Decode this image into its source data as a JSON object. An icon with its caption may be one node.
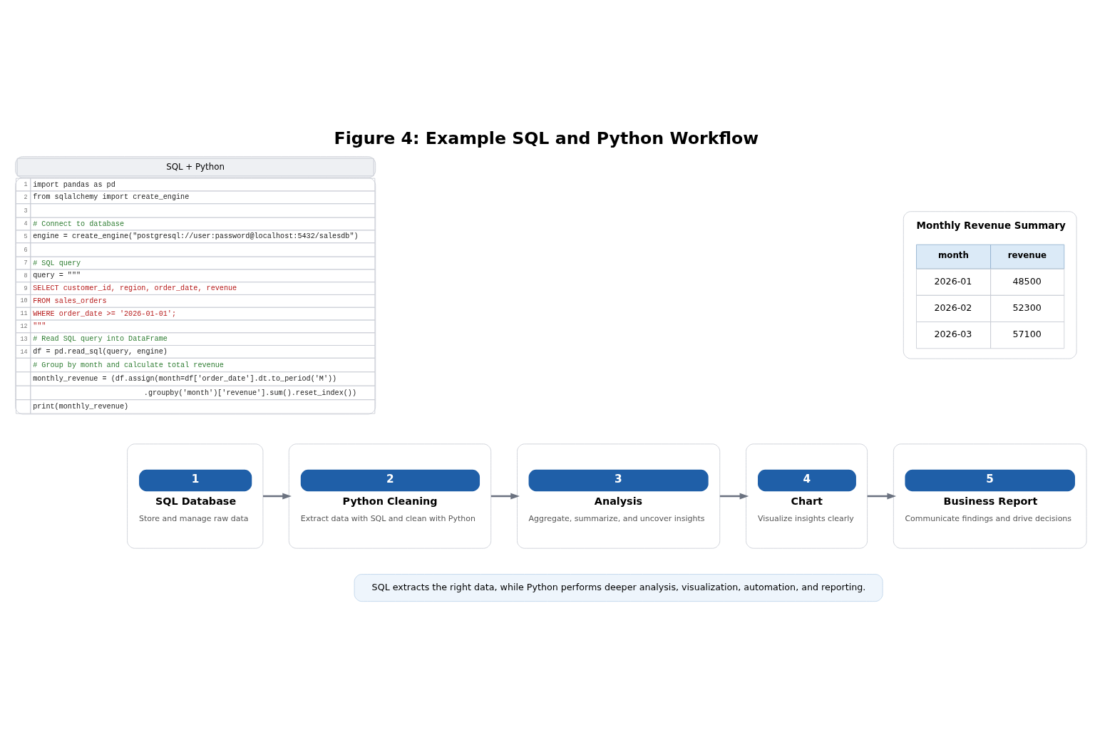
{
  "diagram": {
    "title": "Figure 4: Example SQL and Python Workflow",
    "nodes": [
      {
        "text": [
          "SQL + Python",
          "1",
          "import pandas as pd",
          "2",
          "from sqlalchemy import create_engine",
          "3",
          "4",
          "# Connect to database",
          "5",
          "engine = create_engine(\"postgresql://user:password@localhost:5432/salesdb\")",
          "6",
          "7",
          "# SQL query",
          "8",
          "query = \"\"\"",
          "9",
          "SELECT customer_id, region, order_date, revenue",
          "10",
          "FROM sales_orders",
          "11",
          "WHERE order_date >= '2026-01-01';",
          "12",
          "\"\"\"",
          "13",
          "# Read SQL query into DataFrame",
          "14",
          "df = pd.read_sql(query, engine)",
          "# Group by month and calculate total revenue",
          "monthly_revenue = (df.assign(month=df['order_date'].dt.to_period('M'))",
          ".groupby('month')['revenue'].sum().reset_index())",
          "print(monthly_revenue)"
        ]
      },
      {
        "text": [
          "Monthly Revenue Summary",
          "month",
          "revenue",
          "2026-01",
          "48500",
          "2026-02",
          "52300",
          "2026-03",
          "57100"
        ]
      },
      {
        "text": [
          "1",
          "SQL Database",
          "Store and manage raw data"
        ]
      },
      {
        "text": [
          "2",
          "Python Cleaning",
          "Extract data with SQL and clean with Python"
        ]
      },
      {
        "text": [
          "3",
          "Analysis",
          "Aggregate, summarize, and uncover insights"
        ]
      },
      {
        "text": [
          "4",
          "Chart",
          "Visualize insights clearly"
        ]
      },
      {
        "text": [
          "5",
          "Business Report",
          "Communicate findings and drive decisions"
        ]
      },
      {
        "text": [
          "SQL extracts the right data, while Python performs deeper analysis, visualization, automation, and reporting."
        ]
      }
    ],
    "edges": [
      {
        "from": 2,
        "to": 3,
        "arrow": "to"
      },
      {
        "from": 3,
        "to": 4,
        "arrow": "to"
      },
      {
        "from": 4,
        "to": 5,
        "arrow": "to"
      },
      {
        "from": 5,
        "to": 6,
        "arrow": "to"
      }
    ]
  }
}
